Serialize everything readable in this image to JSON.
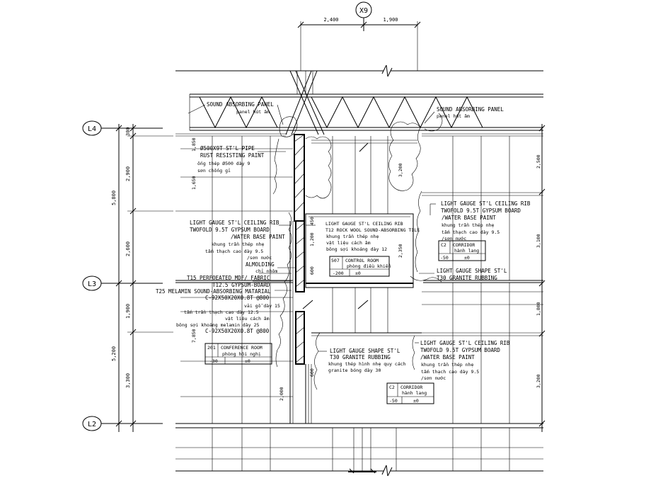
{
  "grid": {
    "x9": "X9",
    "dim_left": "2,400",
    "dim_right": "1,900"
  },
  "levels": {
    "l4": "L4",
    "l3": "L3",
    "l2": "L2"
  },
  "dims_left": {
    "d300": "300",
    "d2900": "2,900",
    "d5800": "5,800",
    "d2600": "2,600",
    "d1900": "1,900",
    "d5200": "5,200",
    "d3300": "3,300"
  },
  "dims_right": {
    "d2500": "2,500",
    "d3100": "3,100",
    "d1800": "1,800",
    "d3200": "3,200"
  },
  "dims_inner": {
    "d1850": "1,850",
    "d1650": "1,650",
    "d3200": "3,200",
    "d450": "450",
    "d1200": "1,200",
    "d2350": "2,350",
    "d600": "600",
    "d7850": "7,850",
    "d2000": "2,000",
    "d600b": "600"
  },
  "notes": {
    "panel_left_en": "SOUND ABSORBING PANEL",
    "panel_left_vi": "panel hút âm",
    "panel_right_en": "SOUND ABSORBING PANEL",
    "panel_right_vi": "panel hút âm",
    "pipe_1": "Ø500X9T ST'L PIPE",
    "pipe_2": "RUST RESISTING PAINT",
    "pipe_3": "ống thép Ø500 dày 9",
    "pipe_4": "sơn chống gỉ",
    "rib_l_1": "LIGHT GAUGE ST'L CEILING RIB",
    "rib_l_2": "TWOFOLD 9.5T GYPSUM BOARD",
    "rib_l_3": "/WATER BASE PAINT",
    "rib_l_4": "khung trần thép nhẹ",
    "rib_l_5": "tấm thạch cao dày 9.5",
    "rib_l_6": "/sơn nước",
    "rib_l_7": "ALMOLDING",
    "rib_l_8": "chỉ nhôm",
    "rib_l_9": "T15 PERFOEATED MDF/ FABRIC",
    "rib_l_10": "T12.5 GYPSUM-BOARD",
    "rib_l_11": "T25 MELAMIN SOUND-ABSORBING MATARIAL",
    "rib_l_12": "C-92X50X20X0.8T @800",
    "rib_l_13": "vải gỗ dày 15",
    "rib_l_14": "tấm trần thạch cao dày 12.5",
    "rib_l_15": "vật liệu cách âm",
    "rib_l_16": "bông sợi khoáng melamin dày 25",
    "rib_l_17": "C-92X50X20X0.8T @800",
    "rib_c_1": "LIGHT GAUGE ST'L CEILING RIB",
    "rib_c_2": "T12 ROCK WOOL SOUND-ABSORBING TILE",
    "rib_c_3": "khung trần thép nhẹ",
    "rib_c_4": "vật liệu cách âm",
    "rib_c_5": "bông sợi khoáng dày 12",
    "rib_r_1": "LIGHT GAUGE ST'L CEILING RIB",
    "rib_r_2": "TWOFOLD 9.5T GYPSUM BOARD",
    "rib_r_3": "/WATER BASE PAINT",
    "rib_r_4": "khung trần thép nhẹ",
    "rib_r_5": "tấm thạch cao dày 9.5",
    "rib_r_6": "/sơn nước",
    "shape_r_1": "LIGHT GAUGE SHAPE ST'L",
    "shape_r_2": "T30 GRANITE RUBBING",
    "shape_c_1": "LIGHT GAUGE SHAPE ST'L",
    "shape_c_2": "T30 GRANITE RUBBING",
    "shape_c_3": "khung thép hình nhẹ quy cách",
    "shape_c_4": "granite bóng dày 30",
    "rib_r2_1": "LIGHT GAUGE ST'L CEILING RIB",
    "rib_r2_2": "TWOFOLD 9.5T GYPSUM BOARD",
    "rib_r2_3": "/WATER BASE PAINT",
    "rib_r2_4": "khung trần thép nhẹ",
    "rib_r2_5": "tấm thạch cao dày 9.5",
    "rib_r2_6": "/sơn nước"
  },
  "rooms": {
    "conf_code": "201",
    "conf_name": "CONFERENCE ROOM",
    "conf_vi": "phòng hội nghị",
    "conf_lvl_a": "-30",
    "conf_lvl_b": "±0",
    "ctrl_code": "507",
    "ctrl_name": "CONTROL ROOM",
    "ctrl_vi": "phòng điều khiển",
    "ctrl_lvl_a": "-200",
    "ctrl_lvl_b": "±0",
    "corr1_code": "C2",
    "corr1_name": "CORRIDOR",
    "corr1_vi": "hành lang",
    "corr1_lvl_a": "-50",
    "corr1_lvl_b": "±0",
    "corr2_code": "C2",
    "corr2_name": "CORRIDOR",
    "corr2_vi": "hành lang",
    "corr2_lvl_a": "-50",
    "corr2_lvl_b": "±0"
  }
}
